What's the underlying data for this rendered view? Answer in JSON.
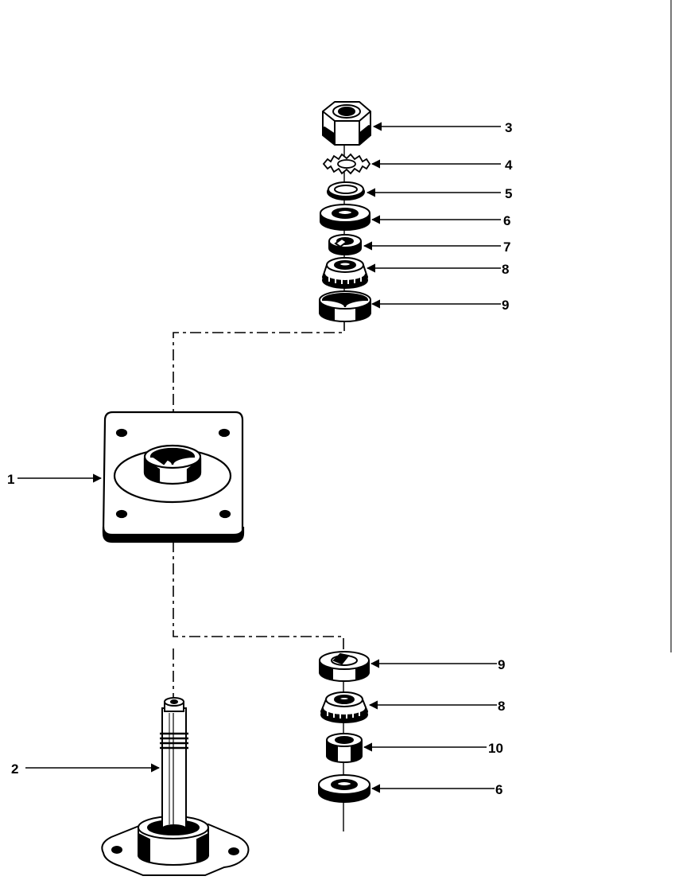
{
  "callouts": {
    "c1": "1",
    "c2": "2",
    "c3": "3",
    "c4": "4",
    "c5": "5",
    "c6_top": "6",
    "c7": "7",
    "c8_top": "8",
    "c9_top": "9",
    "c9_bottom": "9",
    "c8_bottom": "8",
    "c10": "10",
    "c6_bottom": "6"
  },
  "colors": {
    "ink": "#000000",
    "paper": "#ffffff"
  }
}
